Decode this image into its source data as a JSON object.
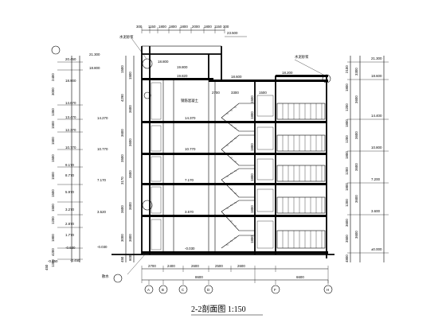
{
  "drawing": {
    "title": "2-2剖面图 1:150",
    "top_dims": [
      "300",
      "1150",
      "1800",
      "1800",
      "1800",
      "2000",
      "1800",
      "1150",
      "300"
    ],
    "top_dim_right": "23.500",
    "roof_levels": [
      "21.300",
      "18.800"
    ],
    "left_elev_outer": [
      "20.450",
      "18.900",
      "14.670",
      "13.470",
      "12.370",
      "10.770",
      "9.170",
      "8.770",
      "5.970",
      "3.270",
      "2.870",
      "1.770",
      "-0.630",
      "-0.450"
    ],
    "left_dims_outer": [
      "2400",
      "3000",
      "1350",
      "1500",
      "1500",
      "1500",
      "1500",
      "1500",
      "1500",
      "1200",
      "1800",
      "4200",
      "1350"
    ],
    "left_dims_inner": [
      "1500",
      "4290",
      "3600",
      "3500",
      "3170",
      "3600",
      "3000",
      "450"
    ],
    "left_dims_inner2": [
      "1500",
      "3600",
      "3600",
      "3600",
      "3600",
      "3600",
      "600"
    ],
    "right_elev_outer": [
      "21.300",
      "18.600",
      "14.400",
      "10.800",
      "7.200",
      "3.600",
      "±0.000"
    ],
    "right_dims_outer": [
      "2100",
      "1800",
      "1200",
      "1800",
      "1200",
      "1800",
      "1200",
      "1800",
      "1200",
      "3600",
      "3500",
      "4800"
    ],
    "right_dims_total": [
      "3300",
      "3600",
      "3600",
      "3600",
      "3600",
      "3600"
    ],
    "floor_levels_center": [
      "18.600",
      "14.370",
      "10.770",
      "7.170",
      "3.570",
      "-0.030"
    ],
    "floor_levels_left": [
      "19.820",
      "14.270",
      "10.770",
      "7.170",
      "3.520",
      "-0.030"
    ],
    "upper_levels": [
      "19.800",
      "18.800",
      "18.200"
    ],
    "stair_dims_top": [
      "2700",
      "3300",
      "1500"
    ],
    "stair_dims_vert": [
      "1800",
      "1800",
      "1800",
      "1800",
      "1800",
      "1500"
    ],
    "bottom_dims_1": [
      "2700",
      "2400",
      "2600",
      "2500",
      "2600"
    ],
    "bottom_dims_2": [
      "8600",
      "6600"
    ],
    "axis_labels": [
      "A",
      "B",
      "C",
      "D",
      "F",
      "H"
    ],
    "callouts": [
      "水泥砂浆",
      "水泥砂浆",
      "钢筋混凝土",
      "散水"
    ],
    "bottom_left_marks": [
      "-0.450",
      "450"
    ]
  }
}
